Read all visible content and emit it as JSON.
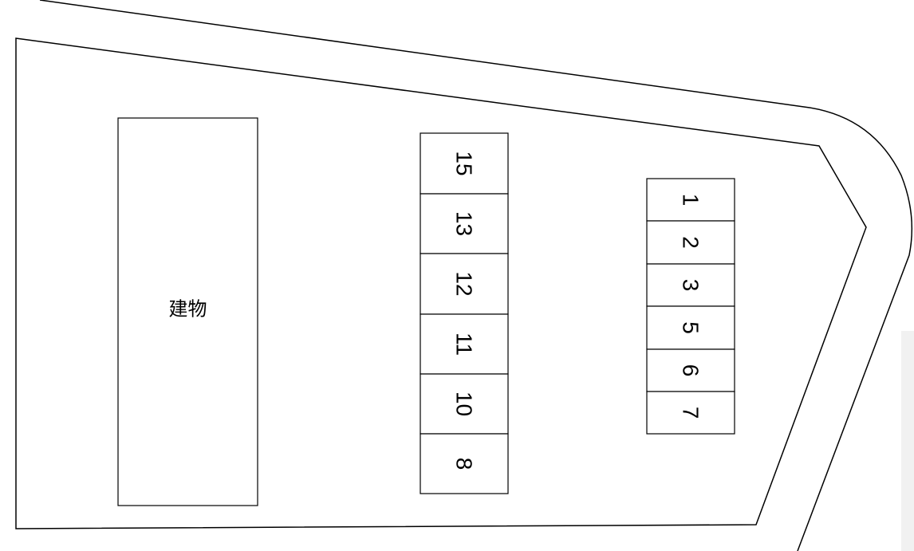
{
  "site_plan": {
    "building": {
      "label": "建物"
    },
    "middle_row": {
      "spaces": [
        "15",
        "13",
        "12",
        "11",
        "10",
        "8"
      ]
    },
    "right_row": {
      "spaces": [
        "1",
        "2",
        "3",
        "5",
        "6",
        "7"
      ]
    }
  }
}
